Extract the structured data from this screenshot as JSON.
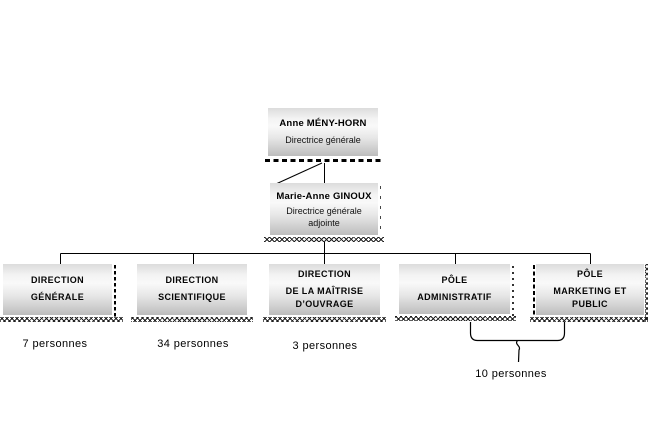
{
  "org": {
    "ceo": {
      "name": "Anne MÉNY-HORN",
      "title": "Directrice générale"
    },
    "deputy": {
      "name": "Marie-Anne GINOUX",
      "title_line1": "Directrice générale",
      "title_line2": "adjointe"
    },
    "departments": [
      {
        "id": "direction-generale",
        "line1": "DIRECTION",
        "line2": "GÉNÉRALE",
        "headcount": "7 personnes"
      },
      {
        "id": "direction-scientifique",
        "line1": "DIRECTION",
        "line2": "SCIENTIFIQUE",
        "headcount": "34 personnes"
      },
      {
        "id": "direction-maitrise-ouvrage",
        "line1": "DIRECTION",
        "line2": "DE LA MAÎTRISE",
        "line3": "D’OUVRAGE",
        "headcount": "3 personnes"
      },
      {
        "id": "pole-administratif",
        "line1": "PÔLE",
        "line2": "ADMINISTRATIF"
      },
      {
        "id": "pole-marketing-public",
        "line1": "PÔLE",
        "line2": "MARKETING ET",
        "line3": "PUBLIC"
      }
    ],
    "shared_headcount": "10 personnes",
    "colors": {
      "box_gradient_top": "#dcdcdc",
      "box_gradient_middle": "#f9f9f9",
      "box_gradient_bottom": "#bdbdbd",
      "connector_line": "#000000",
      "background": "#ffffff"
    }
  }
}
